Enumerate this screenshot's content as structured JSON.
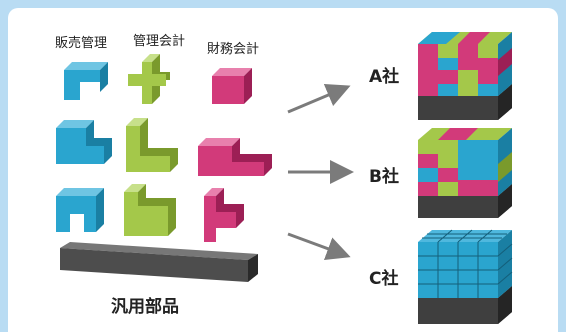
{
  "labels": {
    "sales": "販売管理",
    "admin": "管理会計",
    "finance": "財務会計",
    "common": "汎用部品"
  },
  "companies": {
    "a": "A社",
    "b": "B社",
    "c": "C社"
  },
  "colors": {
    "blue": "#2aa5cf",
    "green": "#a4c84a",
    "magenta": "#d23a7a",
    "gray": "#4d4d4d",
    "arrow": "#7b7b7b",
    "background": "#b9dcf3"
  }
}
